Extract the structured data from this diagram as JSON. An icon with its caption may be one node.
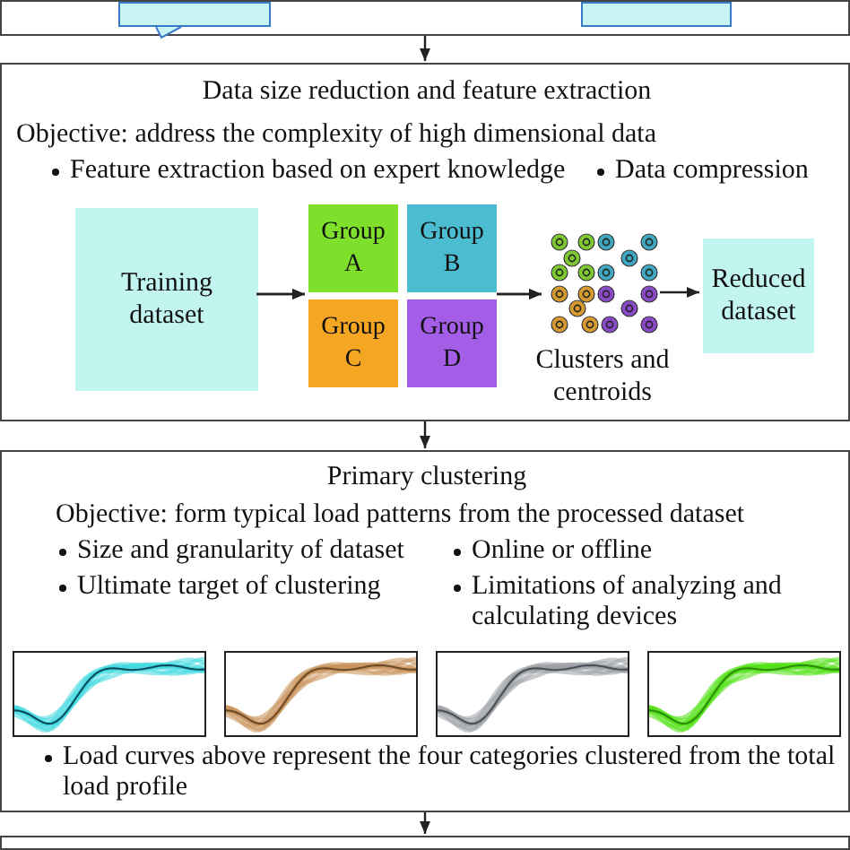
{
  "diagram": {
    "nodes": [
      {
        "text": [],
        "shape": "box"
      },
      {
        "text": [],
        "shape": "box",
        "in": 0
      },
      {
        "text": [],
        "shape": "box",
        "in": 0
      },
      {
        "text": [
          "Data size reduction and feature extraction",
          "Objective: address the complexity of high dimensional data",
          "Feature extraction based on expert knowledge",
          "Data compression"
        ]
      },
      {
        "text": [
          "Training dataset"
        ],
        "in": 3
      },
      {
        "text": [
          "Group A"
        ],
        "in": 3
      },
      {
        "text": [
          "Group B"
        ],
        "in": 3
      },
      {
        "text": [
          "Group C"
        ],
        "in": 3
      },
      {
        "text": [
          "Group D"
        ],
        "in": 3
      },
      {
        "text": [],
        "shape": "picture",
        "beside": [
          "Clusters and centroids"
        ],
        "in": 3
      },
      {
        "text": [
          "Reduced dataset"
        ],
        "in": 3
      },
      {
        "text": [
          "Primary clustering",
          "Objective: form typical load patterns from the processed dataset",
          "Size and granularity of dataset",
          "Online or offline",
          "Ultimate target of clustering",
          "Limitations of analyzing and calculating devices",
          "Load curves above represent the four categories clustered from the total load profile"
        ]
      },
      {
        "text": [],
        "shape": "picture",
        "in": 11
      },
      {
        "text": [],
        "shape": "picture",
        "in": 11
      },
      {
        "text": [],
        "shape": "picture",
        "in": 11
      },
      {
        "text": [],
        "shape": "picture",
        "in": 11
      },
      {
        "text": [],
        "shape": "box"
      }
    ],
    "edges": [
      {
        "from": 0,
        "to": 3,
        "arrow": "to"
      },
      {
        "from": 4,
        "to": 5,
        "arrow": "to"
      },
      {
        "from": 4,
        "to": 7,
        "arrow": "to"
      },
      {
        "from": 6,
        "to": 9,
        "arrow": "to"
      },
      {
        "from": 8,
        "to": 9,
        "arrow": "to"
      },
      {
        "from": 9,
        "to": 10,
        "arrow": "to"
      },
      {
        "from": 3,
        "to": 11,
        "arrow": "to"
      },
      {
        "from": 11,
        "to": 16,
        "arrow": "to"
      }
    ]
  }
}
